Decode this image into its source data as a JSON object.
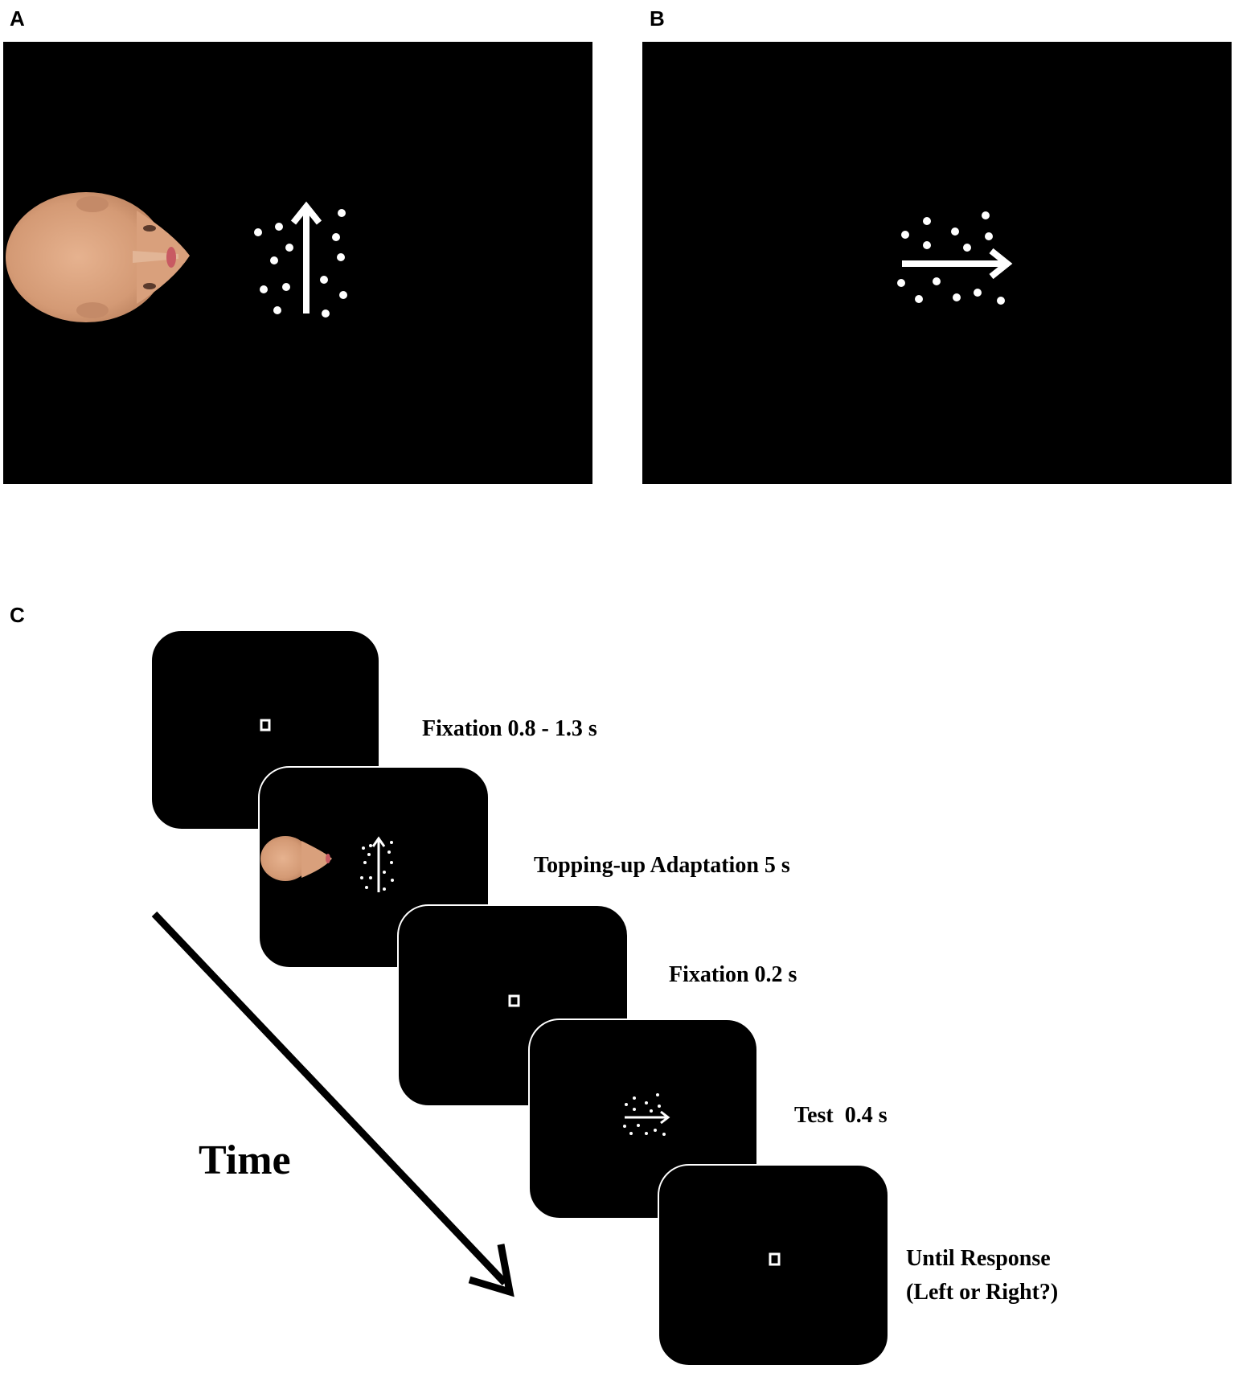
{
  "panels": {
    "a": {
      "letter": "A"
    },
    "b": {
      "letter": "B"
    },
    "c": {
      "letter": "C"
    }
  },
  "timeline": {
    "time_label": "Time",
    "steps": [
      {
        "caption": "Fixation 0.8 - 1.3 s",
        "content": "fixation"
      },
      {
        "caption": "Topping-up Adaptation 5 s",
        "content": "face-and-upward-dots"
      },
      {
        "caption": "Fixation 0.2 s",
        "content": "fixation"
      },
      {
        "caption": "Test  0.4 s",
        "content": "rightward-dots"
      },
      {
        "caption": "Until Response",
        "caption_line2": "(Left or Right?)",
        "content": "fixation"
      }
    ]
  },
  "colors": {
    "screen": "#000000",
    "stimulus": "#ffffff",
    "skin": "#d9a27f"
  }
}
